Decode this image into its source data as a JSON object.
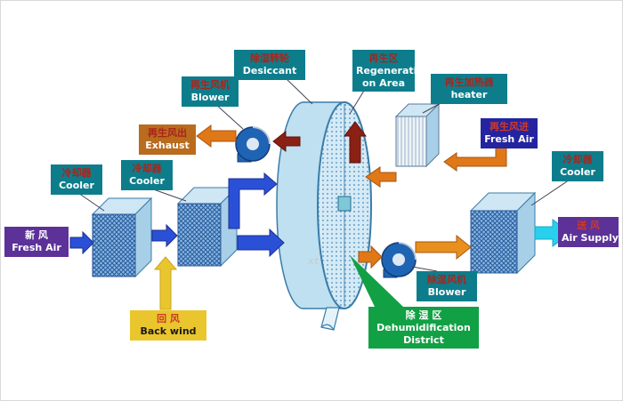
{
  "diagram": {
    "title": "Desiccant wheel dehumidification system diagram",
    "watermark": "xt",
    "labels": {
      "desiccant": {
        "zh": "除湿转轮",
        "en": "Desiccant"
      },
      "regen_area": {
        "zh": "再生区",
        "en_line1": "Regenerati",
        "en_line2": "on Area"
      },
      "regen_heater": {
        "zh": "再生加热器",
        "en": "heater"
      },
      "regen_blower": {
        "zh": "再生风机",
        "en": "Blower"
      },
      "exhaust": {
        "zh": "再生风出",
        "en": "Exhaust"
      },
      "regen_fresh_air": {
        "zh": "再生风进",
        "en": "Fresh Air"
      },
      "cooler_left1": {
        "zh": "冷却器",
        "en": "Cooler"
      },
      "cooler_left2": {
        "zh": "冷却器",
        "en": "Cooler"
      },
      "cooler_right": {
        "zh": "冷却器",
        "en": "Cooler"
      },
      "fresh_air": {
        "zh": "新 风",
        "en": "Fresh Air"
      },
      "air_supply": {
        "zh": "送 风",
        "en": "Air Supply"
      },
      "back_wind": {
        "zh": "回 风",
        "en": "Back wind"
      },
      "dehum_blower": {
        "zh": "除湿风机",
        "en": "Blower"
      },
      "dehum_district": {
        "zh": "除 湿 区",
        "en_line1": "Dehumidification",
        "en_line2": "District"
      }
    },
    "colors": {
      "label_teal": "#0d7d8c",
      "label_orange": "#b96b1e",
      "label_navy": "#2424a0",
      "label_purple": "#5c3198",
      "label_gold": "#eac62e",
      "label_green": "#12a045",
      "arrow_blue": "#2b50d8",
      "arrow_yellow": "#eac62e",
      "arrow_orange": "#e07818",
      "arrow_maroon": "#8b2015",
      "arrow_cyan": "#28d0ee",
      "wheel_fill": "#bfe0f0"
    }
  }
}
